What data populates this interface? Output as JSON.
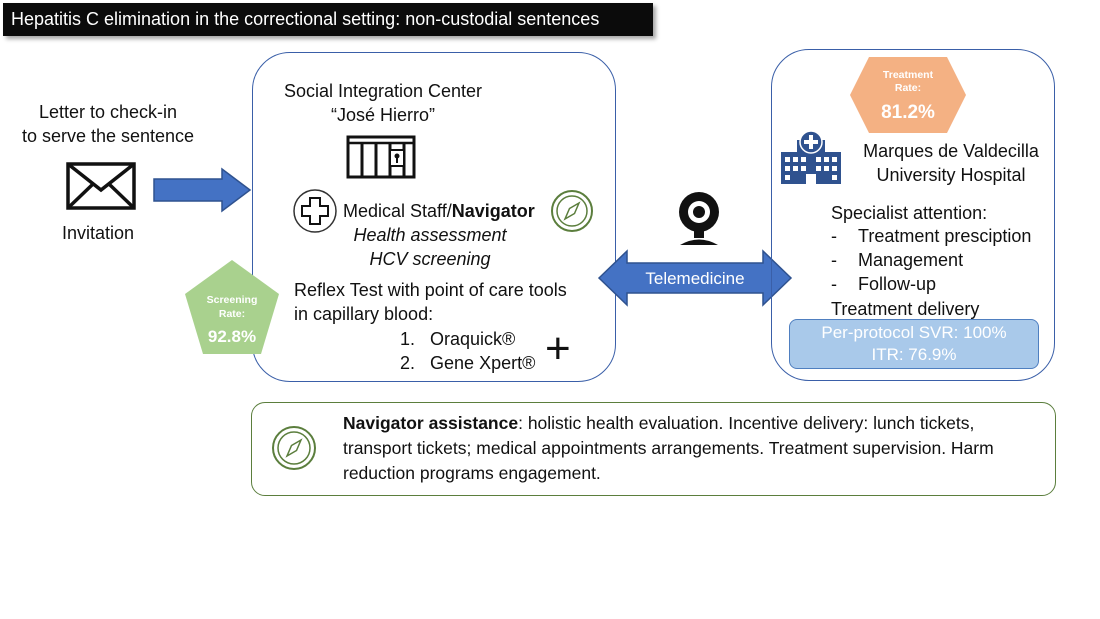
{
  "title": "Hepatitis C elimination in the correctional setting:  non-custodial sentences",
  "letter": {
    "line1": "Letter to check-in",
    "line2": "to serve the sentence",
    "caption": "Invitation"
  },
  "center_panel": {
    "name_line1": "Social Integration Center",
    "name_line2": "“José Hierro”",
    "staff_prefix": "Medical Staff/",
    "staff_bold": "Navigator",
    "assessment": "Health assessment",
    "screening": "HCV screening",
    "reflex_line1": "Reflex Test with point of care tools",
    "reflex_line2": "in capillary blood:",
    "tools": [
      {
        "num": "1.",
        "label": "Oraquick®"
      },
      {
        "num": "2.",
        "label": "Gene Xpert®"
      }
    ],
    "plus_symbol": "+"
  },
  "screening_badge": {
    "label_line1": "Screening",
    "label_line2": "Rate:",
    "value": "92.8%"
  },
  "telemedicine": {
    "label": "Telemedicine"
  },
  "right_panel": {
    "hospital_line1": "Marques de Valdecilla",
    "hospital_line2": "University Hospital",
    "specialist": "Specialist attention:",
    "items": [
      {
        "dash": "-",
        "label": "Treatment presciption"
      },
      {
        "dash": "-",
        "label": "Management"
      },
      {
        "dash": "-",
        "label": "Follow-up"
      }
    ],
    "delivery": "Treatment delivery"
  },
  "treatment_badge": {
    "label_line1": "Treatment",
    "label_line2": "Rate:",
    "value": "81.2%"
  },
  "outcomes": {
    "svr": "Per-protocol SVR: 100%",
    "itr": "ITR: 76.9%"
  },
  "navigator_assistance": {
    "bold": "Navigator assistance",
    "text": ": holistic health evaluation. Incentive delivery: lunch tickets, transport tickets; medical appointments arrangements. Treatment supervision. Harm reduction programs engagement."
  },
  "colors": {
    "arrow_blue": "#4472c4",
    "panel_border": "#3a5fa8",
    "screening_green": "#a9d18e",
    "treatment_orange": "#f4b183",
    "outcome_blue": "#a9c9ea",
    "navigator_green": "#5b7e3d"
  },
  "icons": [
    "envelope-icon",
    "jail-cell-icon",
    "medical-cross-icon",
    "compass-icon",
    "webcam-icon",
    "hospital-icon"
  ]
}
